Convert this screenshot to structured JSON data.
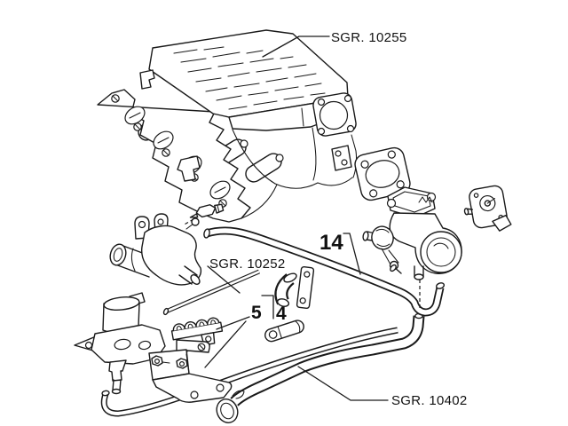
{
  "diagram": {
    "background_color": "#ffffff",
    "line_color": "#1a1a1a",
    "text_color": "#111111",
    "callouts": {
      "group_top": "SGR. 10255",
      "group_middle": "SGR. 10252",
      "group_bottom": "SGR. 10402",
      "item_hose": "14",
      "item_clamp": "5",
      "item_bracket": "4"
    }
  }
}
